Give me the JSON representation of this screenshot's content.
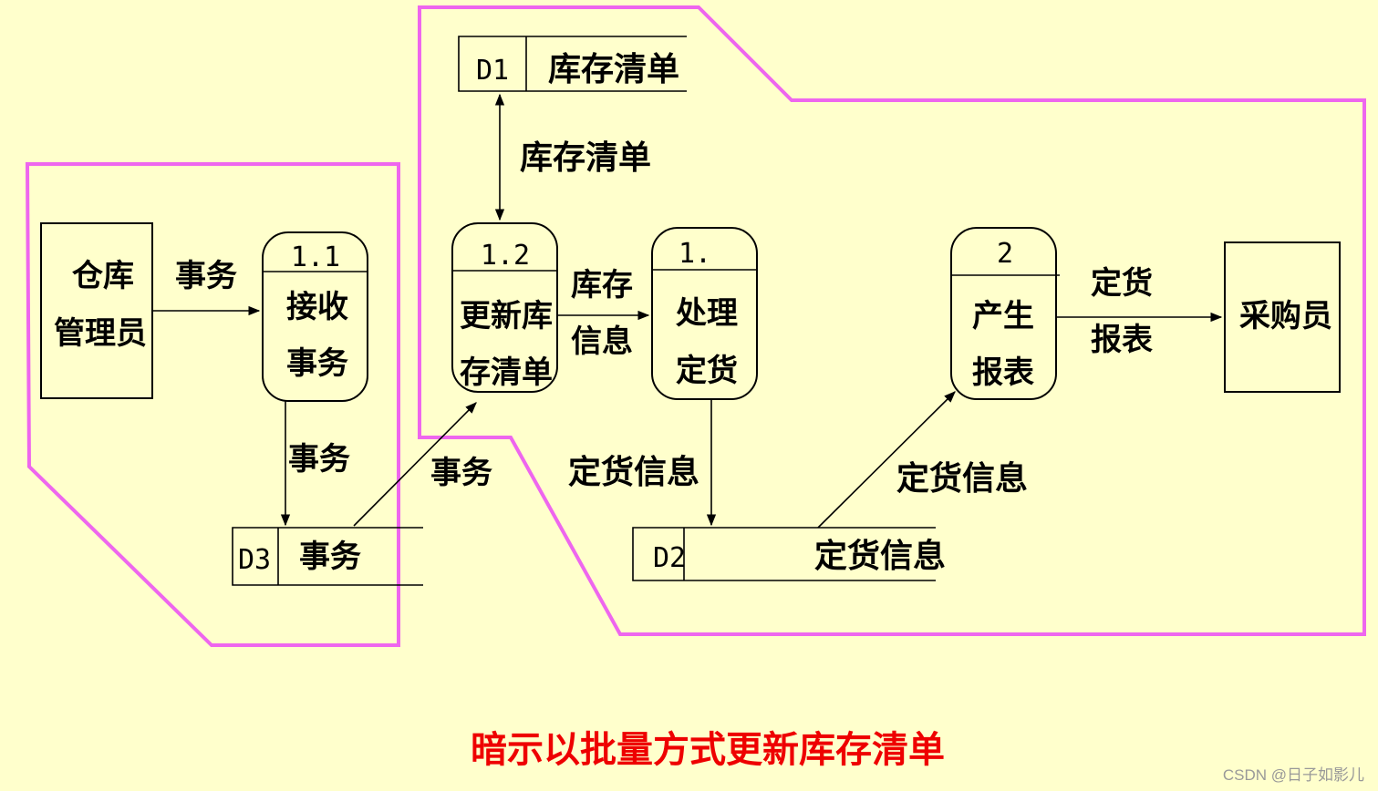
{
  "entities": {
    "warehouse_manager": {
      "line1": "仓库",
      "line2": "管理员"
    },
    "purchaser": {
      "label": "采购员"
    }
  },
  "processes": {
    "p11": {
      "id": "1.1",
      "line1": "接收",
      "line2": "事务"
    },
    "p12": {
      "id": "1.2",
      "line1": "更新库",
      "line2": "存清单"
    },
    "p13": {
      "id": "1.",
      "line1": "处理",
      "line2": "定货"
    },
    "p2": {
      "id": "2",
      "line1": "产生",
      "line2": "报表"
    }
  },
  "stores": {
    "d1": {
      "id": "D1",
      "name": "库存清单"
    },
    "d2": {
      "id": "D2",
      "name": "定货信息"
    },
    "d3": {
      "id": "D3",
      "name": "事务"
    }
  },
  "flows": {
    "manager_to_p11": "事务",
    "p11_to_d3": "事务",
    "d3_to_p12": "事务",
    "d1_p12": "库存清单",
    "p12_to_p13_line1": "库存",
    "p12_to_p13_line2": "信息",
    "p13_to_d2": "定货信息",
    "d2_to_p2": "定货信息",
    "p2_to_purchaser_line1": "定货",
    "p2_to_purchaser_line2": "报表"
  },
  "caption": "暗示以批量方式更新库存清单",
  "watermark": "CSDN @日子如影儿",
  "colors": {
    "background": "#FFFFCC",
    "boundary": "#EE66EE",
    "caption": "#EE0000"
  }
}
